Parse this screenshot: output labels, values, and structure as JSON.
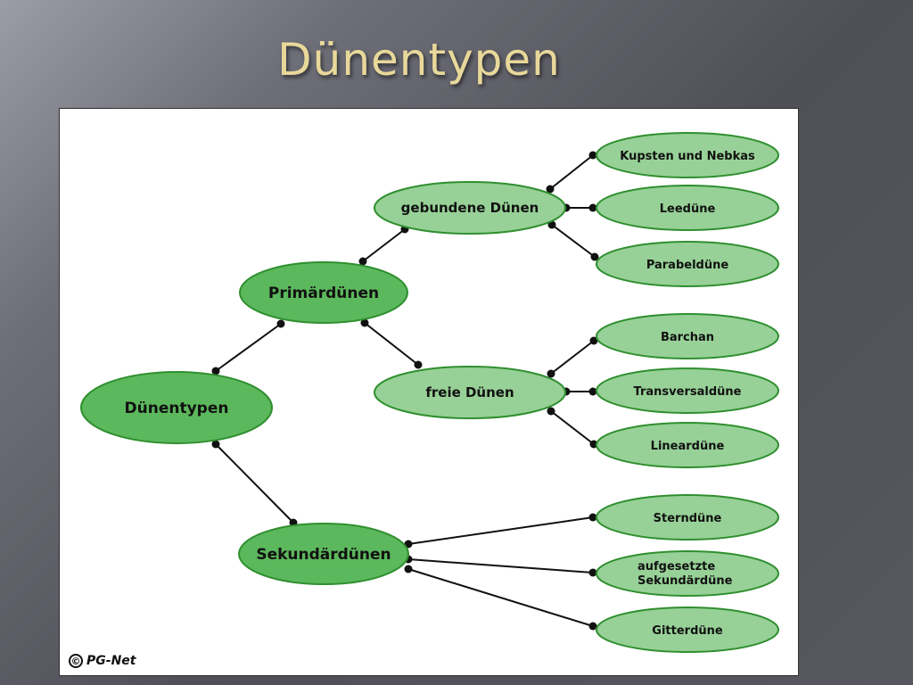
{
  "slide": {
    "title": "Dünentypen"
  },
  "diagram": {
    "nodes": {
      "root": "Dünentypen",
      "primaer": "Primärdünen",
      "sekundaer": "Sekundärdünen",
      "gebundene": "gebundene Dünen",
      "freie": "freie Dünen",
      "kupsten": "Kupsten und Nebkas",
      "leeduene": "Leedüne",
      "parabel": "Parabeldüne",
      "barchan": "Barchan",
      "transversal": "Transversaldüne",
      "linear": "Lineardüne",
      "stern": "Sterndüne",
      "aufgesetzte_1": "aufgesetzte",
      "aufgesetzte_2": "Sekundärdüne",
      "gitter": "Gitterdüne"
    },
    "copyright": {
      "symbol": "©",
      "text": "PG-Net"
    }
  },
  "colors": {
    "node_dark": "#5cb85c",
    "node_light": "#97d197",
    "node_stroke": "#2f8f2f",
    "title": "#e8d89a"
  }
}
